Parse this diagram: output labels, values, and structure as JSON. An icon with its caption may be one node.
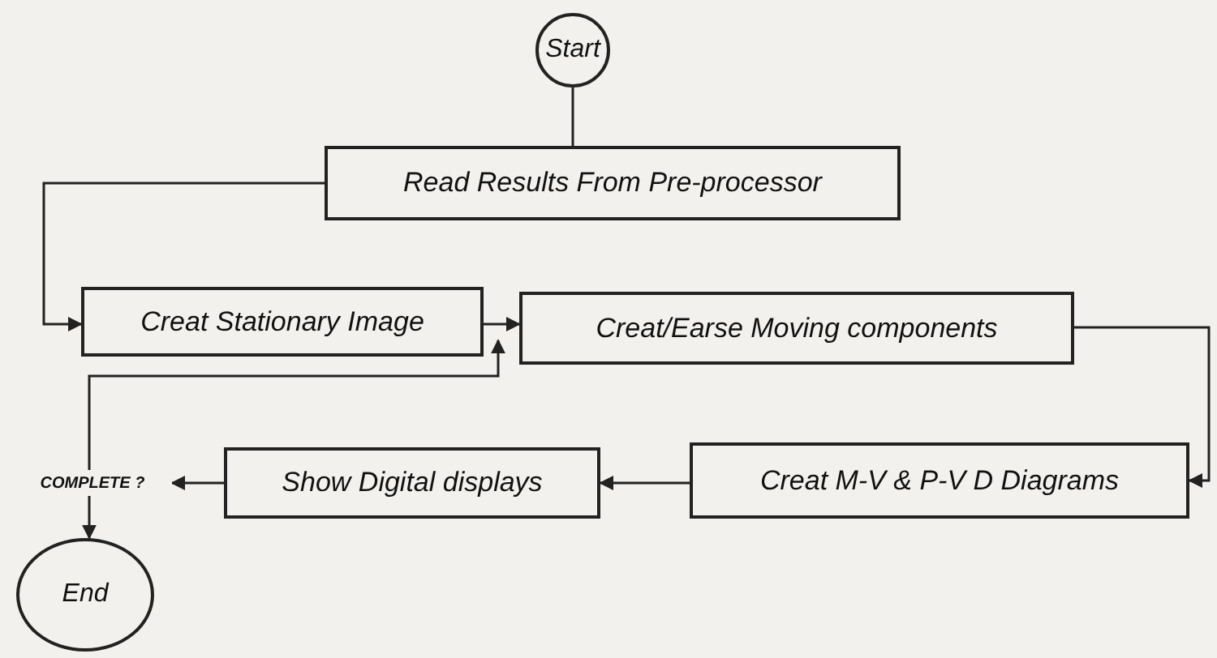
{
  "diagram": {
    "nodes": [
      {
        "text": [
          "Start"
        ]
      },
      {
        "text": [
          "Read Results From Pre-processor"
        ]
      },
      {
        "text": [
          "Creat Stationary Image"
        ]
      },
      {
        "text": [
          "Creat/Earse Moving components"
        ]
      },
      {
        "text": [
          "Creat M-V & P-V D Diagrams"
        ]
      },
      {
        "text": [
          "Show Digital displays"
        ]
      },
      {
        "text": [
          "COMPLETE ?"
        ]
      },
      {
        "text": [
          "End"
        ]
      }
    ],
    "edges": [
      {
        "from": 0,
        "to": 1,
        "arrow": "none"
      },
      {
        "from": 1,
        "to": 2,
        "arrow": "to"
      },
      {
        "from": 2,
        "to": 3,
        "arrow": "to"
      },
      {
        "from": 3,
        "to": 4,
        "arrow": "to"
      },
      {
        "from": 4,
        "to": 5,
        "arrow": "to"
      },
      {
        "from": 5,
        "to": 6,
        "arrow": "to"
      },
      {
        "from": 6,
        "to": 7,
        "arrow": "to"
      },
      {
        "from": 6,
        "to": 2,
        "arrow": "to"
      }
    ]
  }
}
